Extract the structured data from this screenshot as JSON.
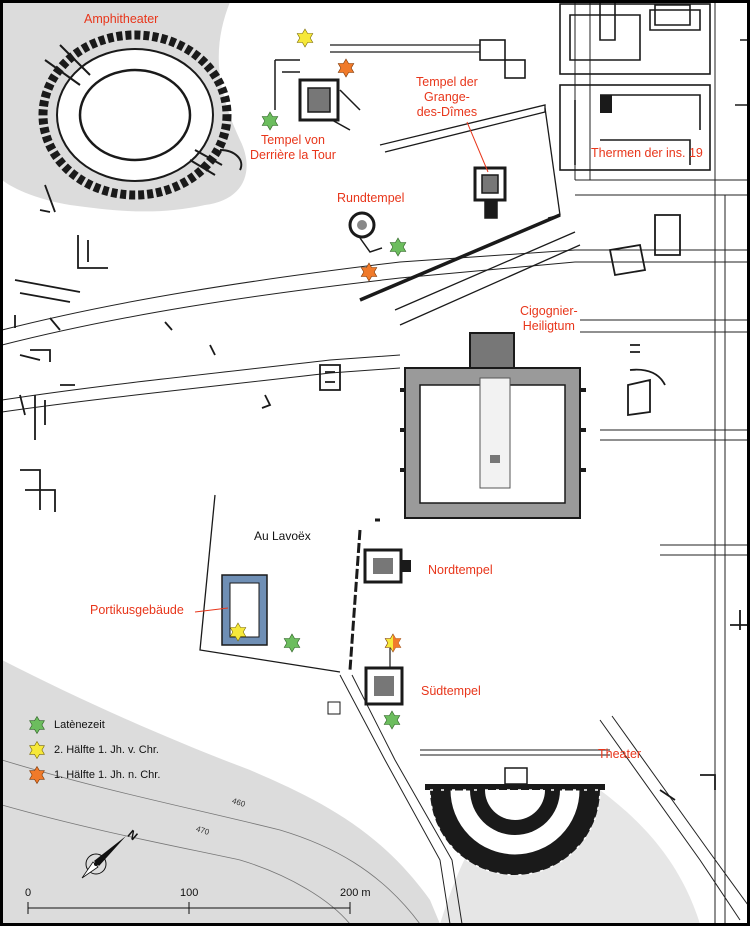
{
  "labels": {
    "amphitheater": "Amphitheater",
    "tempel_derriere": [
      "Tempel von",
      "Derrière la Tour"
    ],
    "tempel_grange": [
      "Tempel der",
      "Grange-",
      "des-Dîmes"
    ],
    "thermen": "Thermen der ins. 19",
    "rundtempel": "Rundtempel",
    "cigognier": [
      "Cigognier-",
      "Heiligtum"
    ],
    "au_lavoex": "Au Lavoëx",
    "nordtempel": "Nordtempel",
    "portikusgebaeude": "Portikusgebäude",
    "suedtempel": "Südtempel",
    "theater": "Theater"
  },
  "legend": {
    "items": [
      {
        "label": "Latènezeit",
        "color": "#6cbd5e"
      },
      {
        "label": "2. Hälfte 1. Jh. v. Chr.",
        "color": "#f6e83a"
      },
      {
        "label": "1. Hälfte 1. Jh. n. Chr.",
        "color": "#f07a2a"
      }
    ]
  },
  "scale": {
    "ticks": [
      "0",
      "100",
      "200 m"
    ]
  },
  "contours": [
    "460",
    "470"
  ],
  "north": "N",
  "colors": {
    "land": "#ffffff",
    "terrain": "#dcdcdc",
    "label_red": "#e8361b",
    "structure": "#1a1a1a",
    "latene": "#6cbd5e",
    "first_bc": "#f6e83a",
    "first_ad": "#f07a2a",
    "portikus_blue": "#6f8fb5"
  }
}
